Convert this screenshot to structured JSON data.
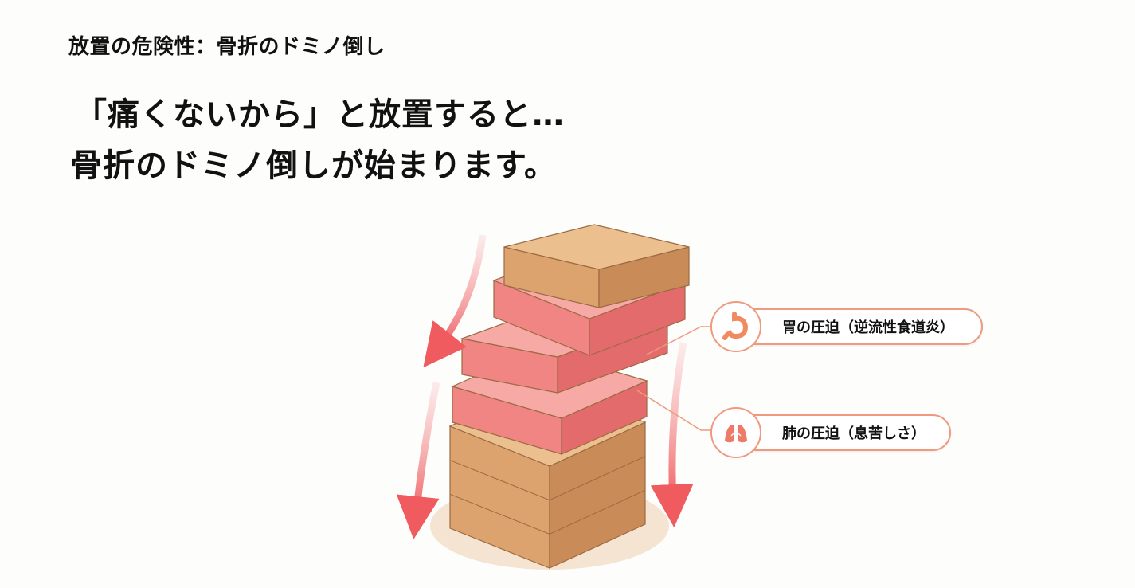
{
  "subtitle": "放置の危険性：骨折のドミノ倒し",
  "headline": {
    "line1": "「痛くないから」と放置すると…",
    "line2": "骨折のドミノ倒しが始まります。"
  },
  "callouts": [
    {
      "icon": "stomach-icon",
      "text": "胃の圧迫（逆流性食道炎）"
    },
    {
      "icon": "lungs-icon",
      "text": "肺の圧迫（息苦しさ）"
    }
  ],
  "colors": {
    "accent": "#ef6b6b",
    "block": "#e3ad78",
    "fractured": "#f08a88",
    "border": "#ef9a7e"
  }
}
